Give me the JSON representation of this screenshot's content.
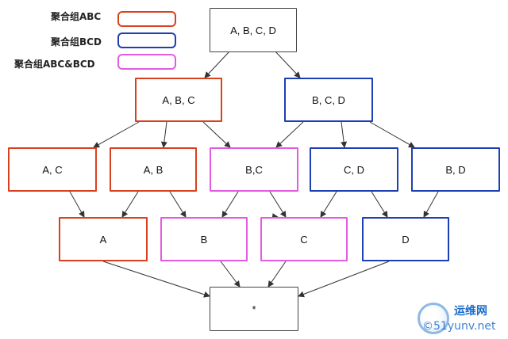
{
  "legend": {
    "abc": {
      "label": "聚合组ABC",
      "color": "#d9411e"
    },
    "bcd": {
      "label": "聚合组BCD",
      "color": "#1e3fb4"
    },
    "both": {
      "label": "聚合组ABC&BCD",
      "color": "#e35be0"
    }
  },
  "nodes": {
    "abcd": "A, B, C, D",
    "abc": "A, B, C",
    "bcd": "B, C, D",
    "ac": "A, C",
    "ab": "A, B",
    "bc": "B,C",
    "cd": "C, D",
    "bd": "B, D",
    "a": "A",
    "b": "B",
    "c": "C",
    "d": "D",
    "all": "*"
  },
  "watermark": {
    "top": "运维网",
    "bottom": "©51yunv.net"
  }
}
